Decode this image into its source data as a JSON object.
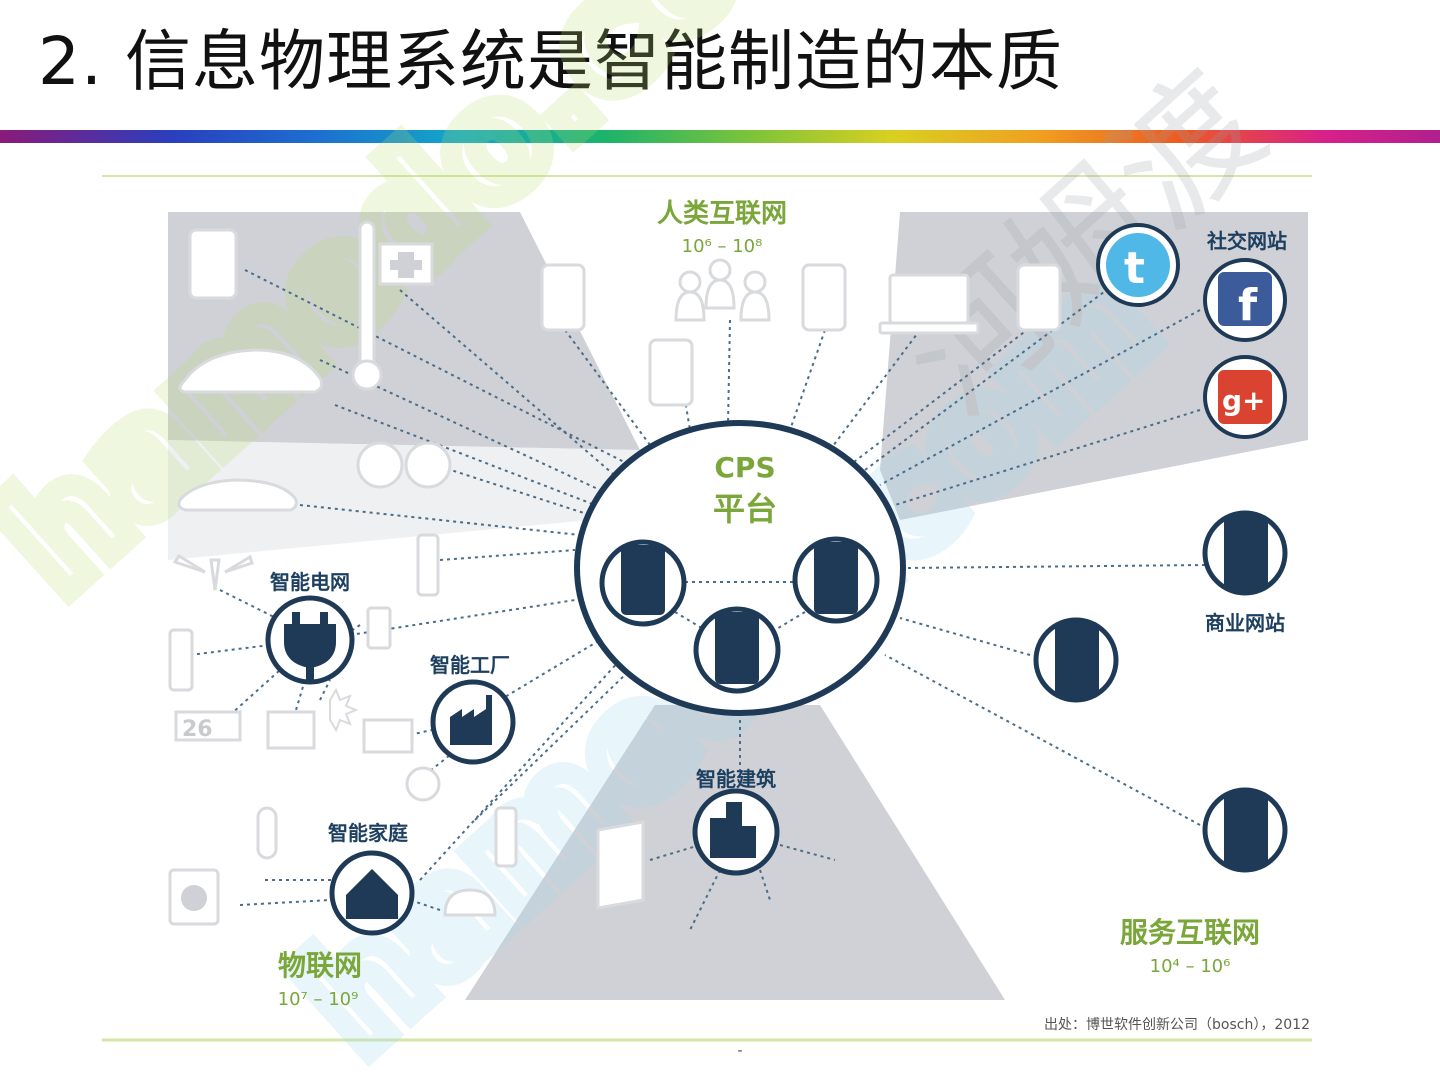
{
  "slide": {
    "title": "2. 信息物理系统是智能制造的本质",
    "page_marker": "-"
  },
  "diagram": {
    "center": {
      "line1": "CPS",
      "line2": "平台"
    },
    "human_internet": {
      "label": "人类互联网",
      "range": "10⁶ – 10⁸"
    },
    "social": {
      "label": "社交网站"
    },
    "business": {
      "label": "商业网站"
    },
    "services_internet": {
      "label": "服务互联网",
      "range": "10⁴ – 10⁶"
    },
    "iot": {
      "label": "物联网",
      "range": "10⁷ – 10⁹"
    },
    "smart_grid": {
      "label": "智能电网"
    },
    "smart_factory": {
      "label": "智能工厂"
    },
    "smart_home": {
      "label": "智能家庭"
    },
    "smart_building": {
      "label": "智能建筑"
    },
    "meter_digits": "26",
    "source": "出处：博世软件创新公司（bosch），2012"
  },
  "watermark": {
    "text1": "hamedo.com",
    "text2": "河姆渡"
  },
  "colors": {
    "accent_green": "#7aa63a",
    "navy": "#1e3a56",
    "panel_gray": "#cfd1d6",
    "rule_green": "#d6e6a8"
  }
}
